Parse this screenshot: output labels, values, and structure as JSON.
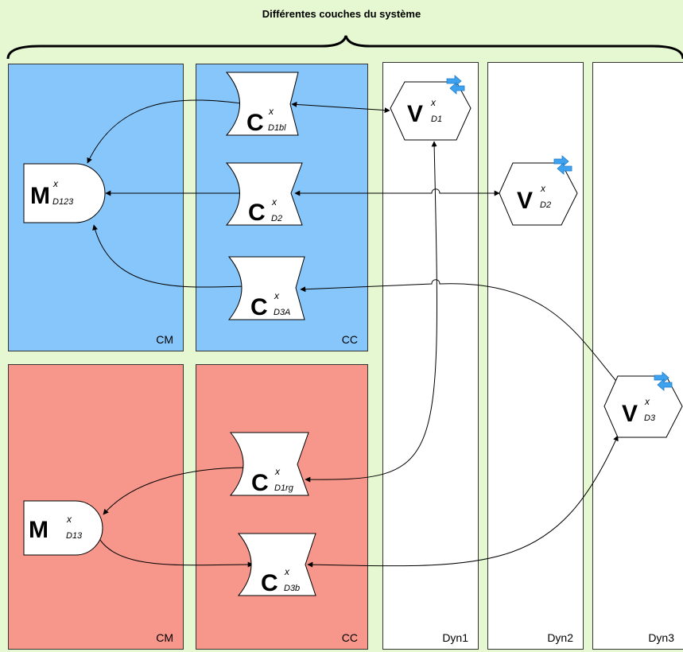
{
  "title": "Différentes couches du système",
  "colors": {
    "background": "#e6f8d2",
    "blue_panel": "#87c6fb",
    "red_panel": "#f7968a",
    "white_panel": "#ffffff",
    "arrow_icon": "#3fa2ee"
  },
  "panels": {
    "cm_top": "CM",
    "cc_top": "CC",
    "cm_bottom": "CM",
    "cc_bottom": "CC",
    "dyn1": "Dyn1",
    "dyn2": "Dyn2",
    "dyn3": "Dyn3"
  },
  "nodes": {
    "m_d123": {
      "main": "M",
      "sup": "x",
      "sub": "D123"
    },
    "m_d13": {
      "main": "M",
      "sup": "x",
      "sub": "D13"
    },
    "c_d1bl": {
      "main": "C",
      "sup": "x",
      "sub": "D1bl"
    },
    "c_d2": {
      "main": "C",
      "sup": "x",
      "sub": "D2"
    },
    "c_d3a": {
      "main": "C",
      "sup": "x",
      "sub": "D3A"
    },
    "c_d1rg": {
      "main": "C",
      "sup": "x",
      "sub": "D1rg"
    },
    "c_d3b": {
      "main": "C",
      "sup": "x",
      "sub": "D3b"
    },
    "v_d1": {
      "main": "V",
      "sup": "x",
      "sub": "D1"
    },
    "v_d2": {
      "main": "V",
      "sup": "x",
      "sub": "D2"
    },
    "v_d3": {
      "main": "V",
      "sup": "x",
      "sub": "D3"
    }
  },
  "icons": {
    "exchange_arrows": "exchange-arrows-icon"
  }
}
